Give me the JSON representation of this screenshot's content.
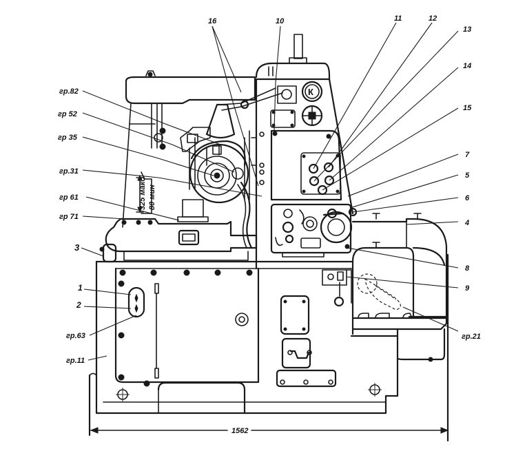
{
  "diagram": {
    "type": "technical-drawing",
    "subject": "machine general view with callouts",
    "callouts": {
      "c16": "16",
      "c10": "10",
      "c11": "11",
      "c12": "12",
      "c13": "13",
      "c14": "14",
      "c15": "15",
      "c7": "7",
      "c5": "5",
      "c6": "6",
      "c4": "4",
      "c8": "8",
      "c9": "9",
      "c3": "3",
      "c1": "1",
      "c2": "2",
      "gr82": "гр.82",
      "gr52": "гр 52",
      "gr35": "гр 35",
      "gr31": "гр.31",
      "gr61": "гр 61",
      "gr71": "гр 71",
      "gr63": "гр.63",
      "gr11": "гр.11",
      "gr21": "гр.21"
    },
    "dimensions": {
      "overall_width": "1562",
      "height_max": "325 макс",
      "height_min": "80 мин"
    },
    "logo_text": "К"
  }
}
